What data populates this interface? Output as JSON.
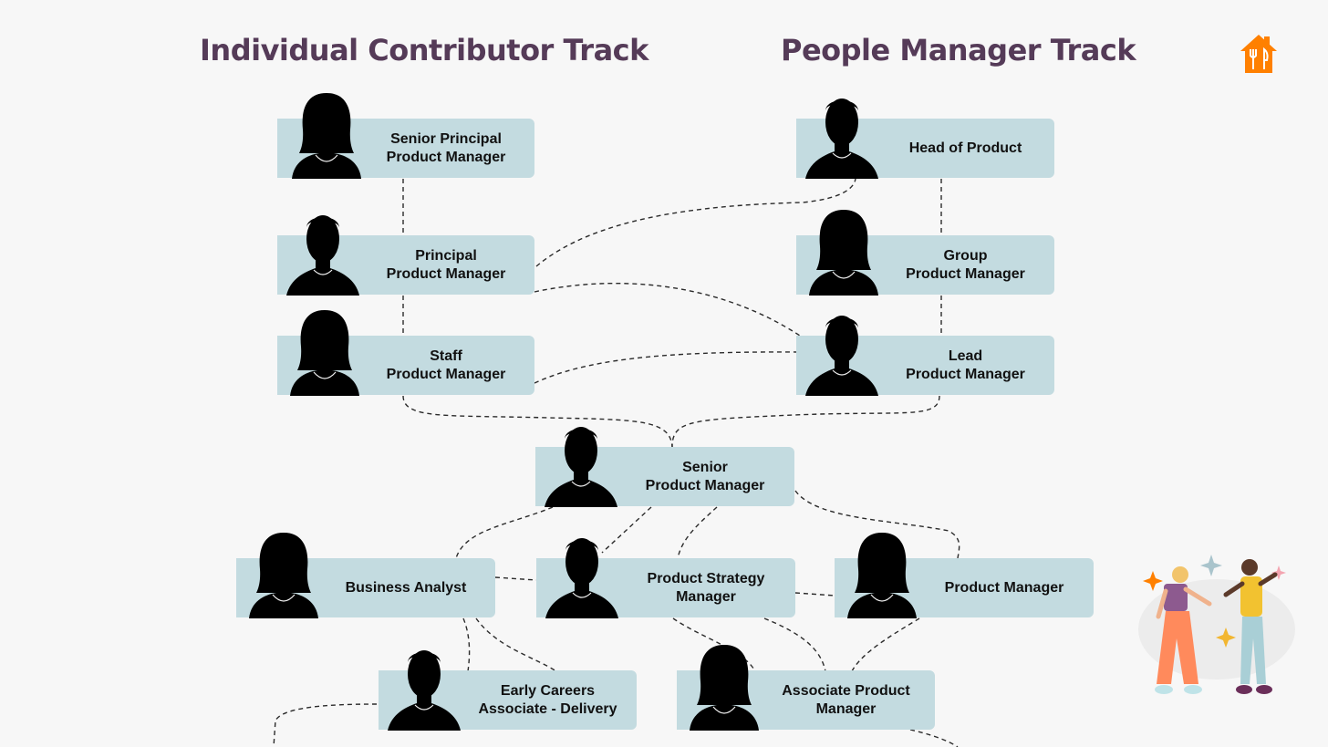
{
  "titles": {
    "ic_track": "Individual Contributor Track",
    "pm_track": "People Manager Track"
  },
  "colors": {
    "title": "#553b58",
    "node_fill": "#c3dbe0",
    "background": "#f7f7f7",
    "logo": "#ff8000"
  },
  "icons": {
    "logo": "house-fork-knife-icon",
    "avatar_female": "female-silhouette-icon",
    "avatar_male": "male-silhouette-icon",
    "illustration": "dancing-people-illustration"
  },
  "nodes": [
    {
      "id": "senior-principal-pm",
      "label": "Senior Principal\nProduct Manager",
      "avatar": "female"
    },
    {
      "id": "principal-pm",
      "label": "Principal\nProduct Manager",
      "avatar": "male"
    },
    {
      "id": "staff-pm",
      "label": "Staff\nProduct Manager",
      "avatar": "female"
    },
    {
      "id": "head-of-product",
      "label": "Head of Product",
      "avatar": "male"
    },
    {
      "id": "group-pm",
      "label": "Group\nProduct Manager",
      "avatar": "female"
    },
    {
      "id": "lead-pm",
      "label": "Lead\nProduct Manager",
      "avatar": "male"
    },
    {
      "id": "senior-pm",
      "label": "Senior\nProduct Manager",
      "avatar": "male"
    },
    {
      "id": "business-analyst",
      "label": "Business Analyst",
      "avatar": "female"
    },
    {
      "id": "product-strategy-manager",
      "label": "Product Strategy\nManager",
      "avatar": "male"
    },
    {
      "id": "product-manager",
      "label": "Product Manager",
      "avatar": "female"
    },
    {
      "id": "early-careers-associate-delivery",
      "label": "Early Careers\nAssociate - Delivery",
      "avatar": "male"
    },
    {
      "id": "associate-pm",
      "label": "Associate Product\nManager",
      "avatar": "female"
    }
  ]
}
